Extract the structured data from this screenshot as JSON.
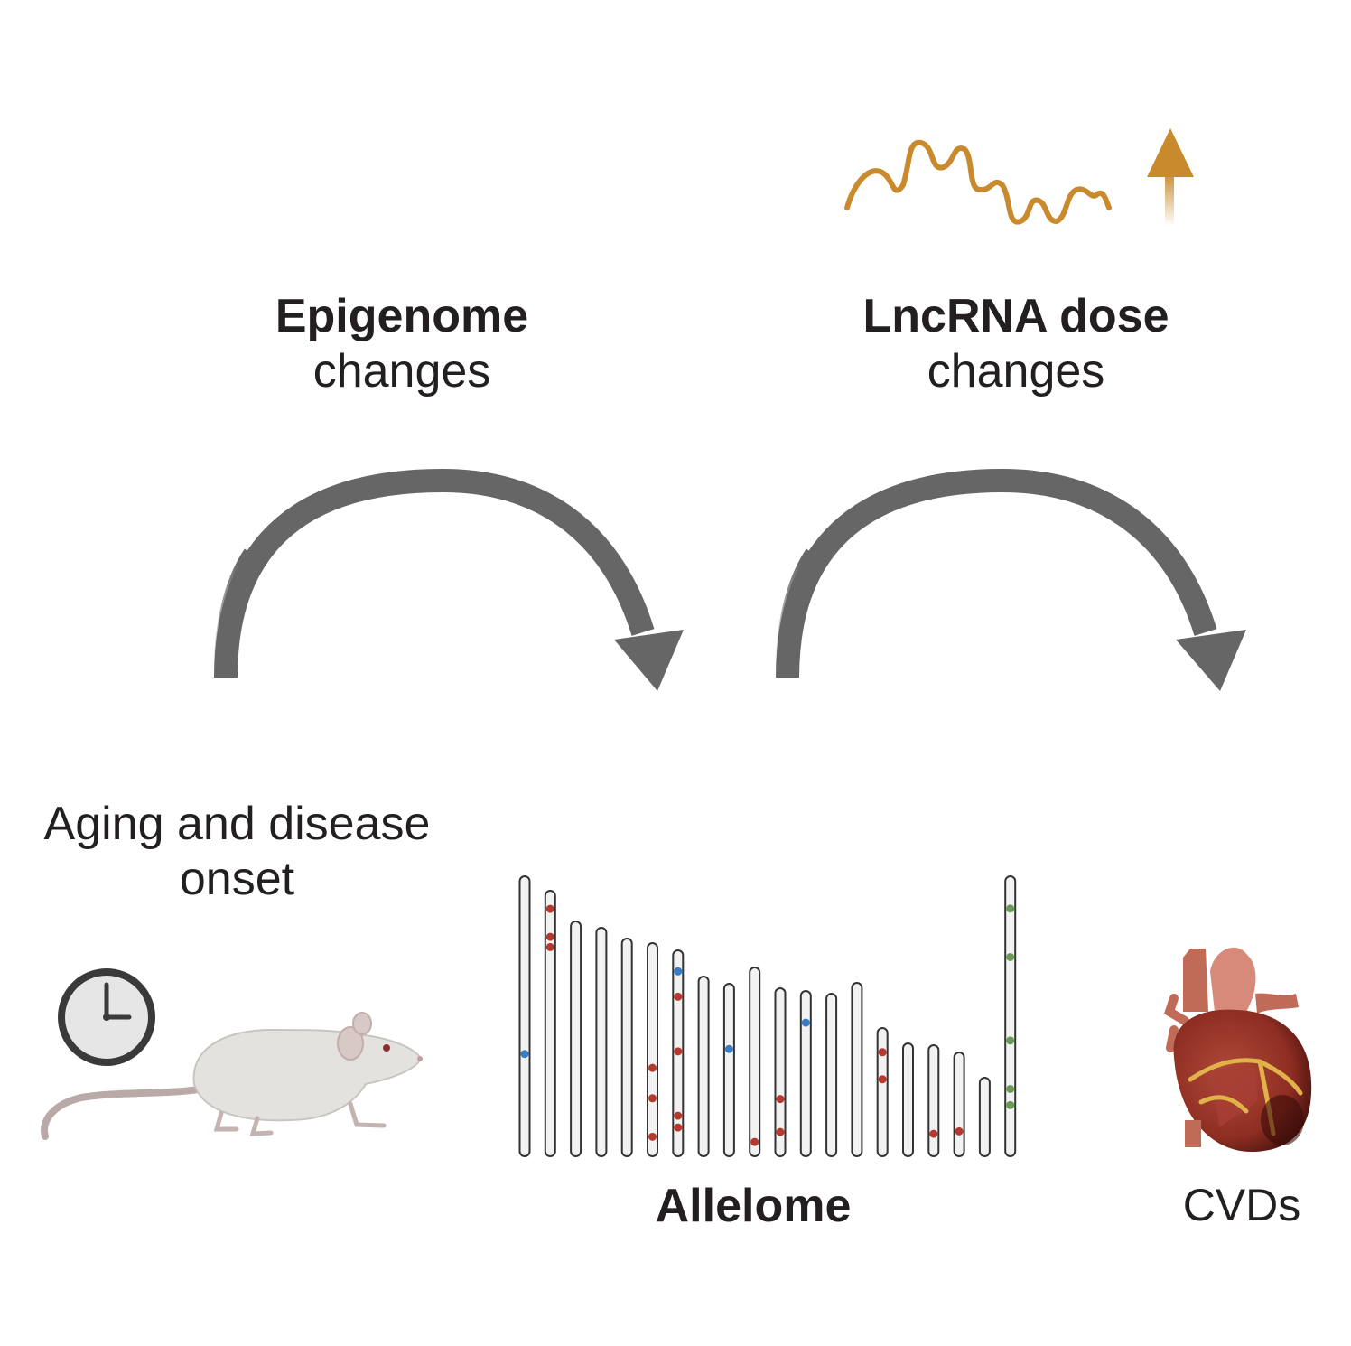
{
  "labels": {
    "epigenome_bold": "Epigenome",
    "epigenome_rest": "changes",
    "lncrna_bold": "LncRNA dose",
    "lncrna_rest": "changes",
    "aging_line1": "Aging and disease",
    "aging_line2": "onset",
    "allelome": "Allelome",
    "cvds": "CVDs"
  },
  "icons": [
    "lncrna-wave-icon",
    "up-arrow-icon",
    "curved-arrow-icon",
    "clock-icon",
    "mouse-icon",
    "chromosome-icon",
    "heart-icon"
  ],
  "colors": {
    "arrow_gray": "#666666",
    "lncrna_orange": "#c98a2e",
    "dot_red": "#b5392c",
    "dot_blue": "#3a7cc4",
    "dot_green": "#6a9a56",
    "chromosome_fill": "#f2f2f2",
    "chromosome_stroke": "#333333"
  },
  "chromosomes": [
    {
      "dots": [
        {
          "c": "blue",
          "at": 0.64
        }
      ]
    },
    {
      "dots": [
        {
          "c": "red",
          "at": 0.05
        },
        {
          "c": "red",
          "at": 0.16
        },
        {
          "c": "red",
          "at": 0.2
        }
      ]
    },
    {
      "dots": []
    },
    {
      "dots": []
    },
    {
      "dots": []
    },
    {
      "dots": [
        {
          "c": "red",
          "at": 0.59
        },
        {
          "c": "red",
          "at": 0.74
        },
        {
          "c": "red",
          "at": 0.93
        }
      ]
    },
    {
      "dots": [
        {
          "c": "blue",
          "at": 0.08
        },
        {
          "c": "red",
          "at": 0.21
        },
        {
          "c": "red",
          "at": 0.49
        },
        {
          "c": "red",
          "at": 0.82
        },
        {
          "c": "red",
          "at": 0.88
        }
      ]
    },
    {
      "dots": []
    },
    {
      "dots": [
        {
          "c": "blue",
          "at": 0.37
        }
      ]
    },
    {
      "dots": [
        {
          "c": "red",
          "at": 0.95
        }
      ]
    },
    {
      "dots": [
        {
          "c": "red",
          "at": 0.67
        },
        {
          "c": "red",
          "at": 0.88
        }
      ]
    },
    {
      "dots": [
        {
          "c": "blue",
          "at": 0.17
        }
      ]
    },
    {
      "dots": []
    },
    {
      "dots": []
    },
    {
      "dots": [
        {
          "c": "red",
          "at": 0.16
        },
        {
          "c": "red",
          "at": 0.39
        }
      ]
    },
    {
      "dots": []
    },
    {
      "dots": [
        {
          "c": "red",
          "at": 0.83
        }
      ]
    },
    {
      "dots": [
        {
          "c": "red",
          "at": 0.79
        }
      ]
    },
    {
      "dots": []
    },
    {
      "dots": [
        {
          "c": "green",
          "at": 0.1
        },
        {
          "c": "green",
          "at": 0.28
        },
        {
          "c": "green",
          "at": 0.59
        },
        {
          "c": "green",
          "at": 0.77
        },
        {
          "c": "green",
          "at": 0.83
        }
      ]
    }
  ]
}
